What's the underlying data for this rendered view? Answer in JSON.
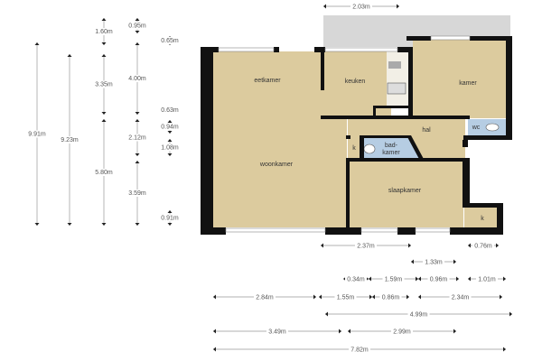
{
  "rooms": {
    "eetkamer": "eetkamer",
    "keuken": "keuken",
    "kamer": "kamer",
    "hal": "hal",
    "wc": "wc",
    "badkamer_1": "bad-",
    "badkamer_2": "kamer",
    "k1": "k",
    "k2": "k",
    "woonkamer": "woonkamer",
    "slaapkamer": "slaapkamer"
  },
  "vertical_dims": {
    "v991": "9.91m",
    "v923": "9.23m",
    "v160": "1.60m",
    "v335": "3.35m",
    "v580": "5.80m",
    "v095": "0.95m",
    "v400": "4.00m",
    "v212": "2.12m",
    "v359": "3.59m",
    "v065": "0.65m",
    "v063": "0.63m",
    "v094": "0.94m",
    "v108": "1.08m",
    "v091": "0.91m"
  },
  "horizontal_dims": {
    "h203": "2.03m",
    "h237": "2.37m",
    "h076": "0.76m",
    "h133": "1.33m",
    "h034": "0.34m",
    "h159": "1.59m",
    "h096": "0.96m",
    "h101": "1.01m",
    "h284": "2.84m",
    "h155": "1.55m",
    "h086": "0.86m",
    "h234": "2.34m",
    "h499": "4.99m",
    "h349": "3.49m",
    "h299": "2.99m",
    "h782": "7.82m"
  },
  "colors": {
    "floor": "#dccb9e",
    "wall": "#111111",
    "wet": "#b6cde3",
    "terrace": "#d7d7d7"
  }
}
